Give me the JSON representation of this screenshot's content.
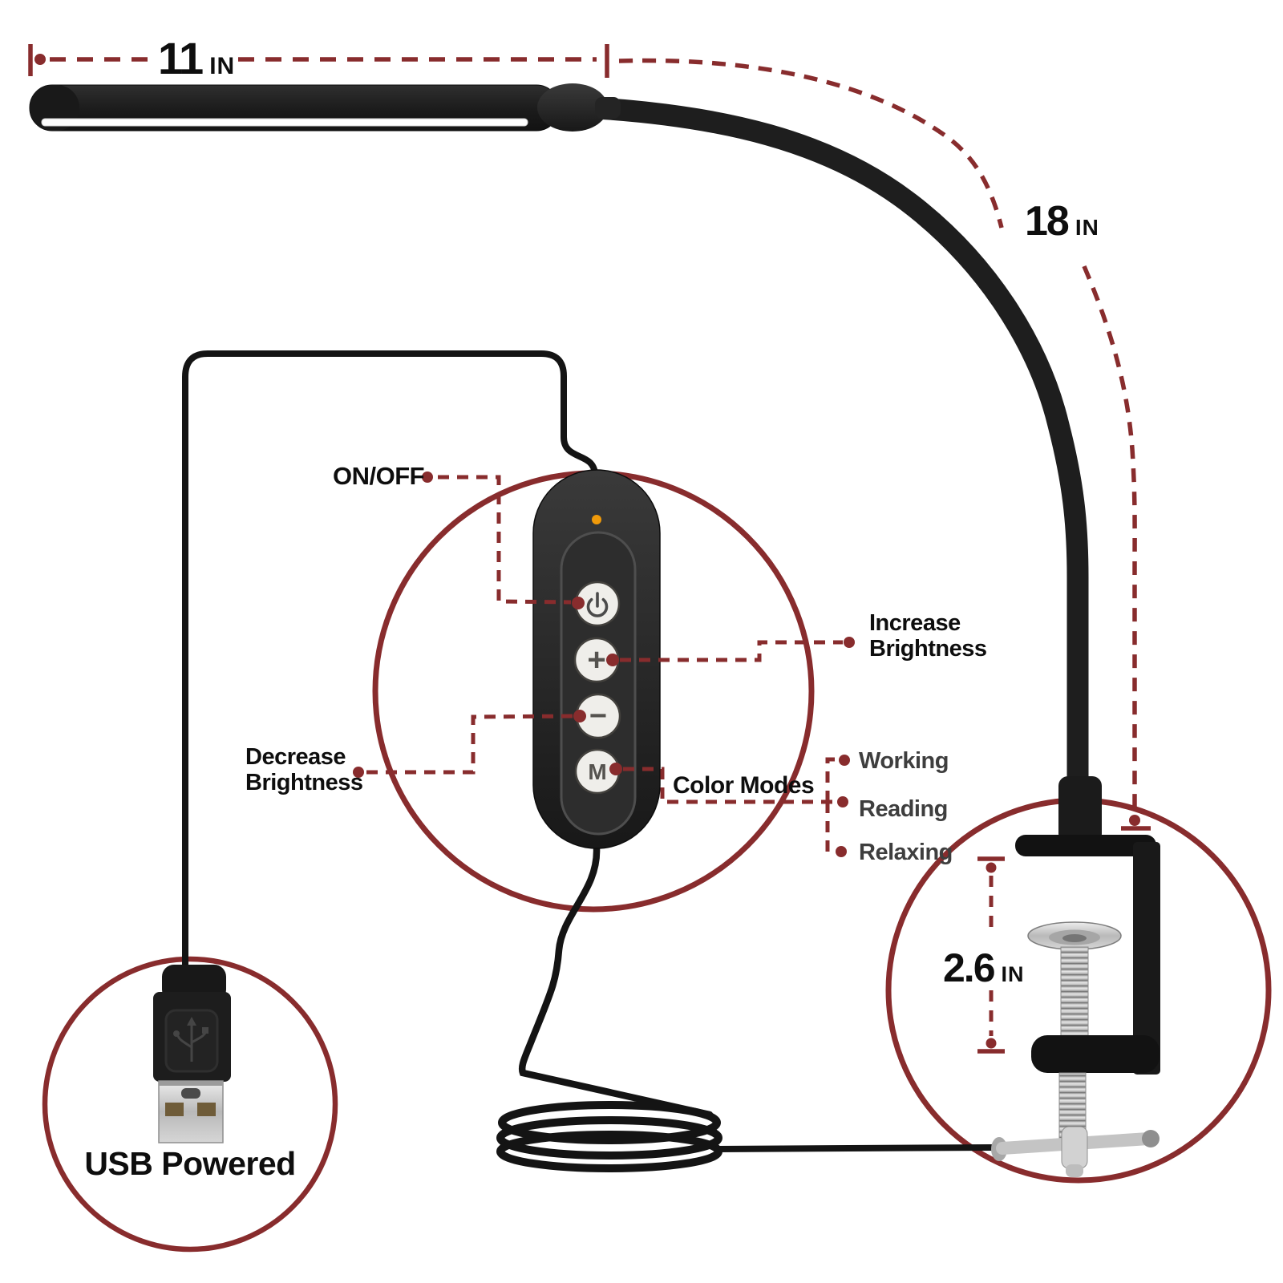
{
  "accent_color": "#882c2d",
  "text_color": "#0e0e0e",
  "mode_text_color": "#3e3e3e",
  "dimensions": {
    "lamp_head": {
      "value": "11",
      "unit": "IN"
    },
    "gooseneck": {
      "value": "18",
      "unit": "IN"
    },
    "clamp_opening": {
      "value": "2.6",
      "unit": "IN"
    }
  },
  "callouts": {
    "power": "ON/OFF",
    "increase": "Increase Brightness",
    "decrease": "Decrease Brightness",
    "color_modes": "Color Modes",
    "modes": [
      "Working",
      "Reading",
      "Relaxing"
    ],
    "usb": "USB Powered"
  },
  "remote": {
    "indicator_color": "#f09a0a",
    "buttons": [
      {
        "name": "power"
      },
      {
        "name": "increase",
        "glyph": "+"
      },
      {
        "name": "decrease",
        "glyph": "−"
      },
      {
        "name": "mode",
        "glyph": "M"
      }
    ]
  }
}
